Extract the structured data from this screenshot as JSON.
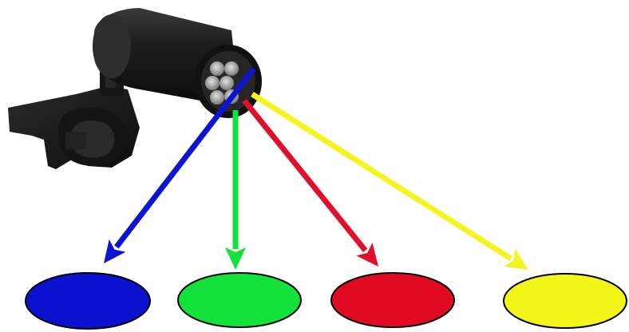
{
  "device": {
    "icon": "led-light-with-clamp",
    "body_color": "#1b1b1b",
    "led_color": "#b8b8b8"
  },
  "beams": [
    {
      "id": "blue",
      "color": "#0a14d2"
    },
    {
      "id": "green",
      "color": "#12e23a"
    },
    {
      "id": "red",
      "color": "#e00f2b"
    },
    {
      "id": "yellow",
      "color": "#f4f520"
    }
  ],
  "spots": [
    {
      "id": "blue",
      "fill": "#0c10cf",
      "outline": "#000000"
    },
    {
      "id": "green",
      "fill": "#12e23a",
      "outline": "#000000"
    },
    {
      "id": "red",
      "fill": "#e00b22",
      "outline": "#000000"
    },
    {
      "id": "yellow",
      "fill": "#f4f518",
      "outline": "#000000"
    }
  ]
}
